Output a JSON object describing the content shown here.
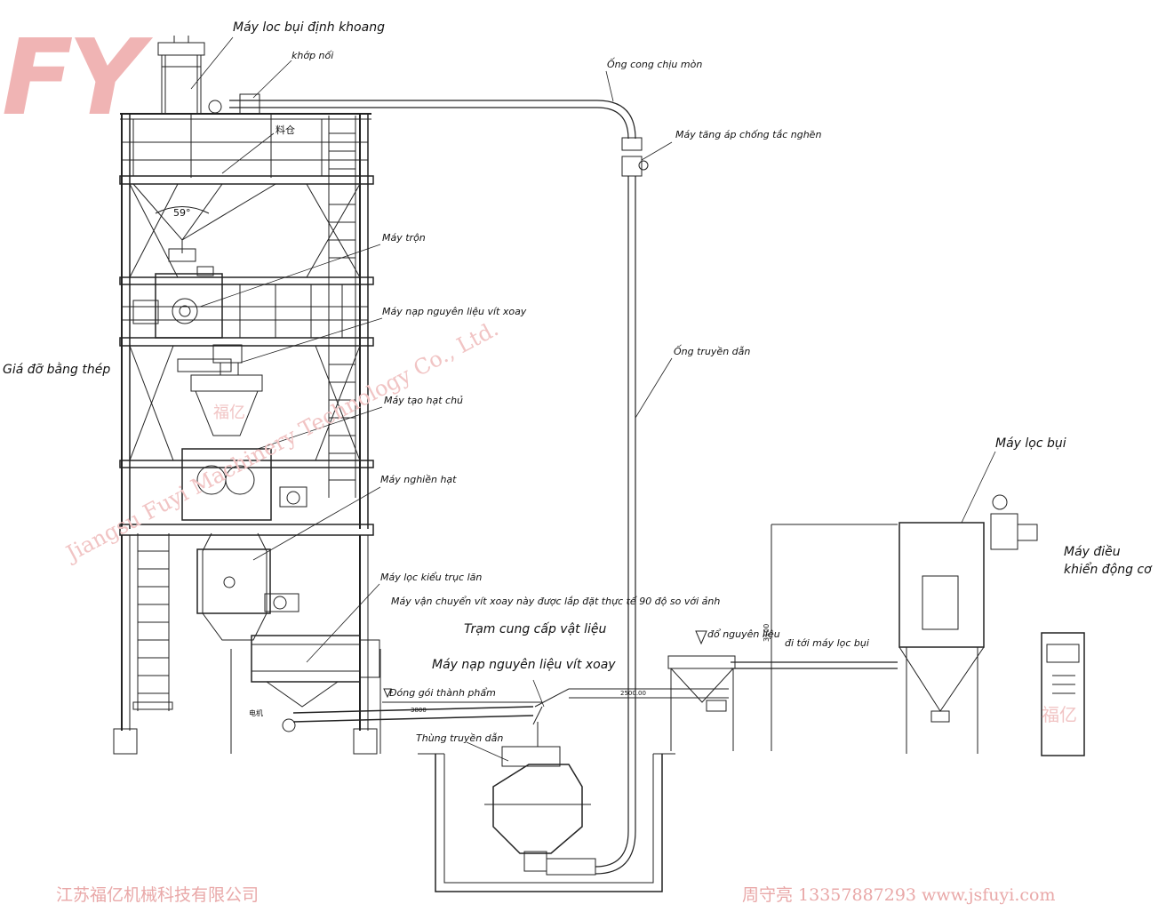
{
  "brand": {
    "logo": "FY",
    "watermark_company": "Jiangsu Fuyi Machinery Technology Co., Ltd.",
    "watermark_cn": "福亿"
  },
  "labels": {
    "dust_filter_top": "Máy loc bụi định khoang",
    "joint": "khớp nối",
    "curved_pipe": "Ống cong chịu mòn",
    "booster": "Máy tăng áp chống tắc nghẽn",
    "silo_cn": "料仓",
    "angle": "59°",
    "mixer": "Máy trộn",
    "screw_feeder_top": "Máy nạp nguyên liệu vít xoay",
    "steel_frame": "Giá đỡ bằng thép",
    "transport_pipe": "Ống truyền dẫn",
    "granulator": "Máy tạo hạt chủ",
    "crusher": "Máy nghiền hạt",
    "dust_collector": "Máy lọc bụi",
    "motor_control": "Máy điều khiển động cơ",
    "roller_sieve": "Máy lọc kiểu trục lăn",
    "screw_note": "Máy vận chuyển vít xoay này được lắp đặt thực tế  90 độ so với ảnh",
    "supply_station": "Trạm cung cấp vật liệu",
    "screw_feeder_bottom": "Máy nạp nguyên liệu vít xoay",
    "pour_material": "đổ nguyên liệu",
    "to_dust_filter": "đi tới máy lọc bụi",
    "packaging": "Đóng gói thành phẩm",
    "transfer_tank": "Thùng truyền dẫn",
    "motor_cn": "电机",
    "dim_3800": "3800",
    "dim_2500": "2500.00",
    "dim_3100": "3100"
  },
  "footer": {
    "company": "江苏福亿机械科技有限公司",
    "contact": "周守亮  13357887293  www.jsfuyi.com"
  }
}
